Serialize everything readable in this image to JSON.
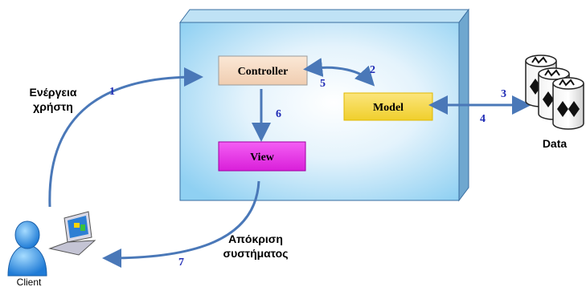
{
  "components": {
    "controller": "Controller",
    "model": "Model",
    "view": "View"
  },
  "labels": {
    "user_action_line1": "Ενέργεια",
    "user_action_line2": "χρήστη",
    "system_response_line1": "Απόκριση",
    "system_response_line2": "συστήματος",
    "data": "Data",
    "client": "Client"
  },
  "steps": [
    "1",
    "2",
    "3",
    "4",
    "5",
    "6",
    "7"
  ],
  "colors": {
    "arrow": "#4a78b8",
    "step_number": "#1f2bb5",
    "controller_fill": "#f6dcc6",
    "model_fill": "#f5d84a",
    "view_fill": "#e83ce8",
    "panel_fill": "#bde3f7"
  },
  "icons": {
    "client": "user-with-laptop-icon",
    "data": "database-cylinders-icon"
  }
}
